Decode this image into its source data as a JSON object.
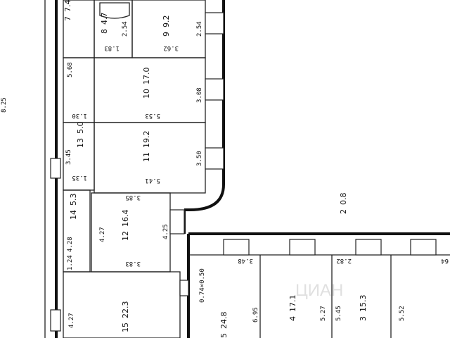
{
  "rooms": [
    {
      "id": "7",
      "area": "7.4"
    },
    {
      "id": "8",
      "area": "4.7"
    },
    {
      "id": "9",
      "area": "9.2"
    },
    {
      "id": "10",
      "area": "17.0"
    },
    {
      "id": "11",
      "area": "19.2"
    },
    {
      "id": "12",
      "area": "16.4"
    },
    {
      "id": "13",
      "area": "5.0"
    },
    {
      "id": "14",
      "area": "5.3"
    },
    {
      "id": "15",
      "area": "22.3"
    },
    {
      "id": "2",
      "area": "0.8"
    },
    {
      "id": "3",
      "area": "15.3"
    },
    {
      "id": "4",
      "area": "17.1"
    },
    {
      "id": "5",
      "area": "24.8"
    }
  ],
  "dims": [
    "2.54",
    "1.83",
    "2.54",
    "3.62",
    "5.68",
    "1.30",
    "5.53",
    "3.08",
    "3.45",
    "1.35",
    "5.41",
    "3.50",
    "3.85",
    "4.27",
    "4.28",
    "1.24",
    "4.25",
    "3.83",
    "3.48",
    "2.82",
    "0.74×0.50",
    "6.95",
    "5.27",
    "5.45",
    "5.52",
    "4.27",
    "64",
    "8.25"
  ],
  "watermark": "ЦИАН"
}
